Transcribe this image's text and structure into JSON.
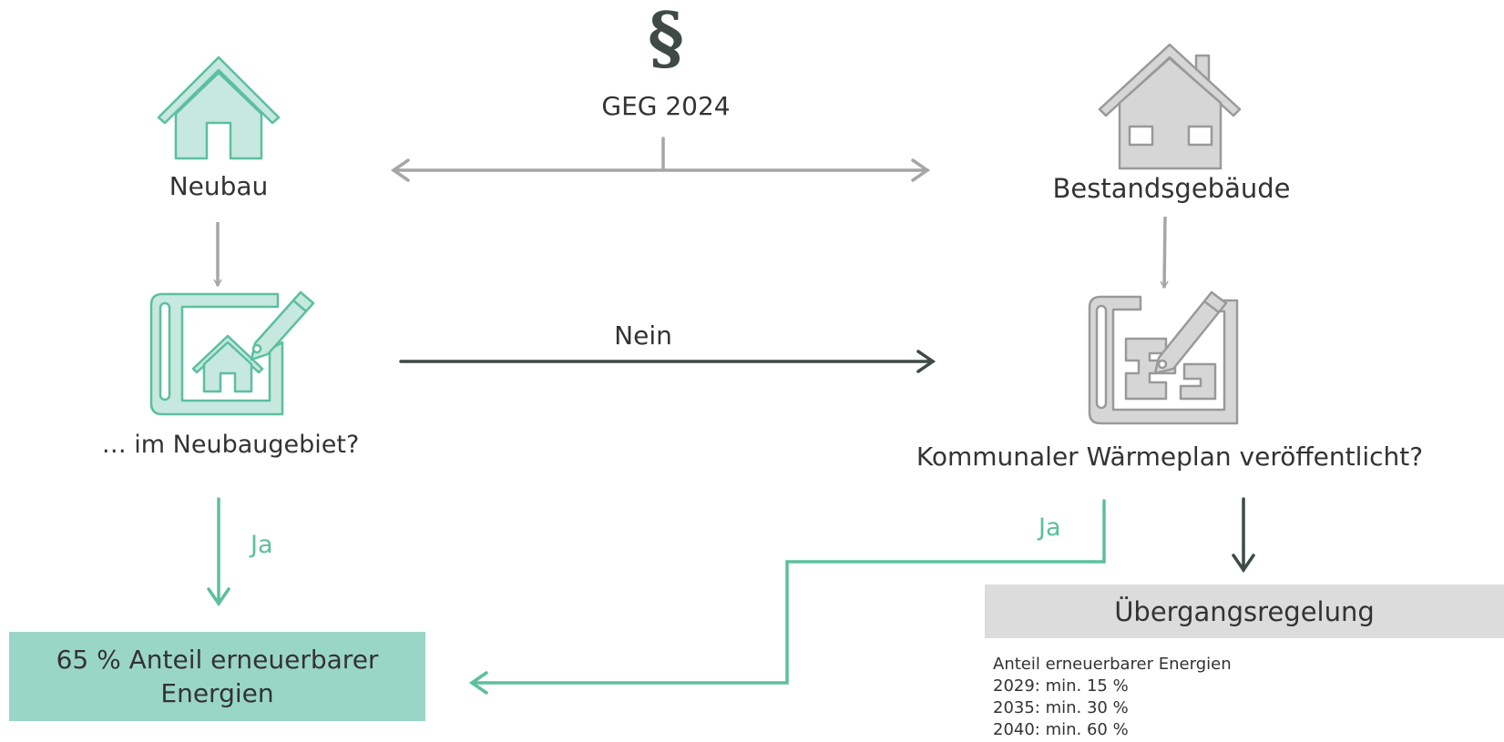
{
  "header": {
    "symbol": "§",
    "law": "GEG 2024"
  },
  "new_building": {
    "label": "Neubau",
    "question": "… im Neubaugebiet?"
  },
  "existing_building": {
    "label": "Bestandsgebäude",
    "question": "Kommunaler Wärmeplan veröffentlicht?"
  },
  "edges": {
    "no_label": "Nein",
    "yes_left": "Ja",
    "yes_right": "Ja"
  },
  "result_box": {
    "line1": "65 % Anteil erneuerbarer",
    "line2": "Energien"
  },
  "transition": {
    "title": "Übergangsregelung",
    "heading": "Anteil erneuerbarer Energien",
    "lines": [
      "2029: min. 15 %",
      "2035: min. 30 %",
      "2040: min. 60 %"
    ]
  },
  "icons": {
    "new_house": "house-icon",
    "existing_house": "house-with-chimney-icon",
    "new_plan": "building-plan-pencil-icon",
    "existing_plan": "floor-plan-pencil-icon"
  },
  "colors": {
    "teal": "#5cbf9e",
    "teal_light": "#c6e8de",
    "box_teal": "#9ad6c6",
    "gray": "#a6a6a6",
    "dark": "#3f4a46",
    "box_gray": "#dcdcdc"
  }
}
